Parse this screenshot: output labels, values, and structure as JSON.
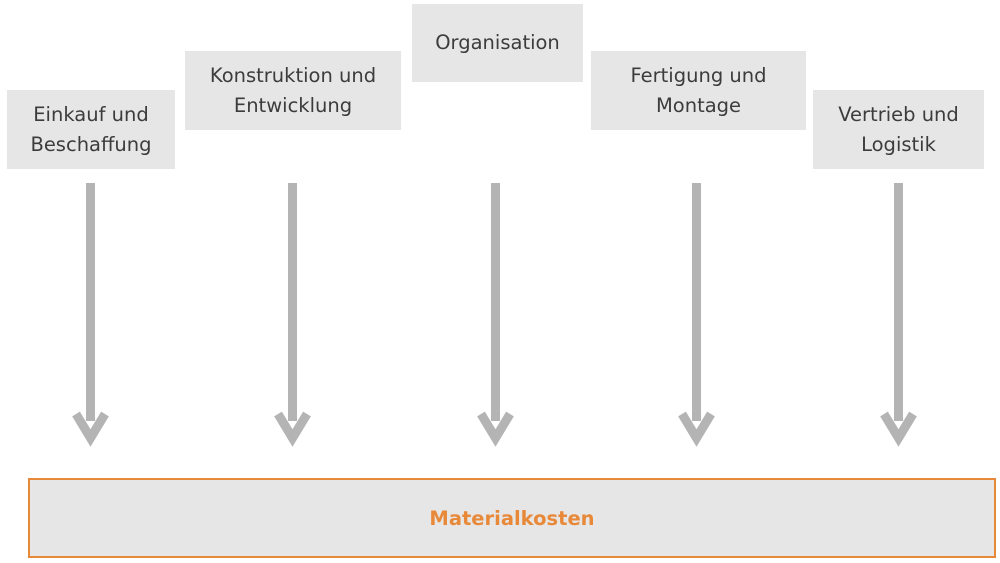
{
  "sources": [
    {
      "id": "einkauf",
      "label": "Einkauf und\nBeschaffung"
    },
    {
      "id": "konstruktion",
      "label": "Konstruktion und\nEntwicklung"
    },
    {
      "id": "organisation",
      "label": "Organisation"
    },
    {
      "id": "fertigung",
      "label": "Fertigung und\nMontage"
    },
    {
      "id": "vertrieb",
      "label": "Vertrieb und\nLogistik"
    }
  ],
  "target": {
    "label": "Materialkosten"
  },
  "colors": {
    "box_fill": "#e6e6e6",
    "box_text": "#3c3c3c",
    "arrow": "#b4b4b4",
    "accent": "#e8893a"
  }
}
